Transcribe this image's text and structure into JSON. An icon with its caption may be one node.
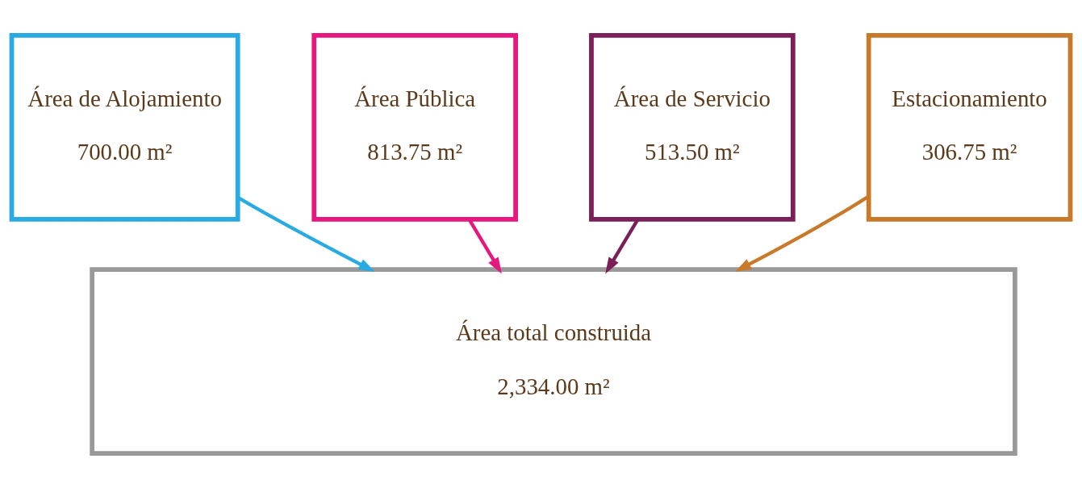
{
  "diagram": {
    "nodes": [
      {
        "text": [
          "Área de Alojamiento",
          "700.00 m²"
        ]
      },
      {
        "text": [
          "Área Pública",
          "813.75 m²"
        ]
      },
      {
        "text": [
          "Área de Servicio",
          "513.50 m²"
        ]
      },
      {
        "text": [
          "Estacionamiento",
          "306.75 m²"
        ]
      },
      {
        "text": [
          "Área total construida",
          "2,334.00 m²"
        ]
      }
    ],
    "edges": [
      {
        "from": 0,
        "to": 4,
        "arrow": "to",
        "color": "#29abe2"
      },
      {
        "from": 1,
        "to": 4,
        "arrow": "to",
        "color": "#e6177f"
      },
      {
        "from": 2,
        "to": 4,
        "arrow": "to",
        "color": "#7a1f57"
      },
      {
        "from": 3,
        "to": 4,
        "arrow": "to",
        "color": "#c87a2a"
      }
    ]
  }
}
